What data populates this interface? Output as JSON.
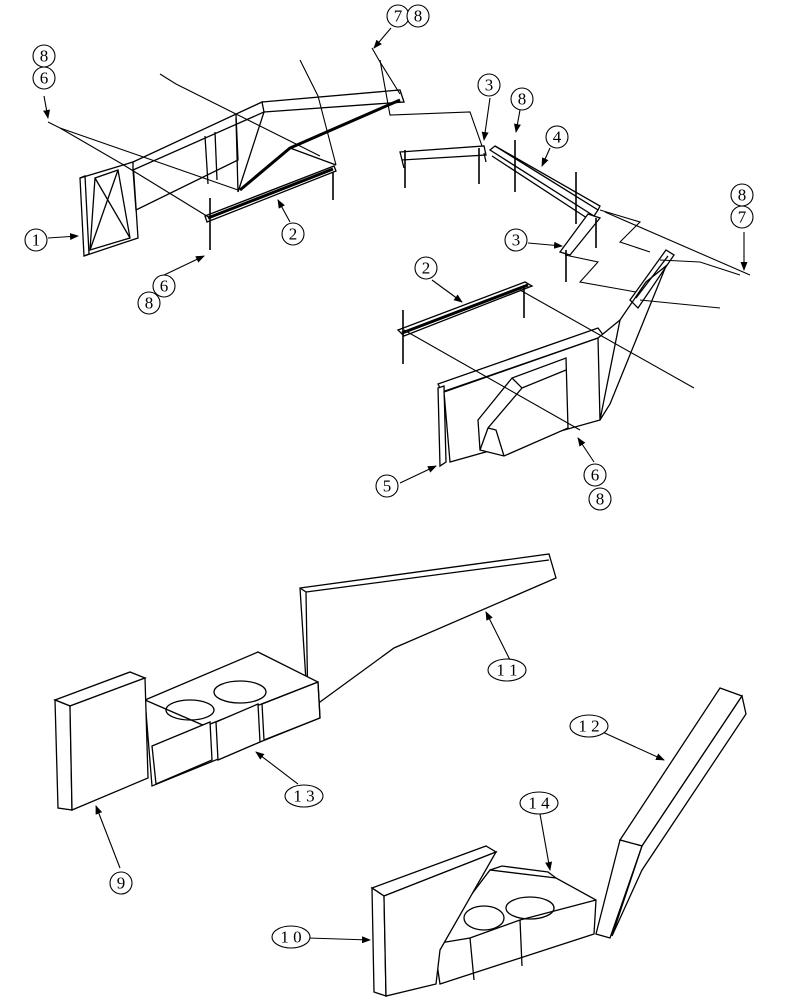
{
  "callouts": {
    "c1": "1",
    "c2a": "2",
    "c2b": "2",
    "c3a": "3",
    "c3b": "3",
    "c4": "4",
    "c5": "5",
    "c6a": "6",
    "c6b": "6",
    "c6c": "6",
    "c7a": "7",
    "c7b": "7",
    "c8a": "8",
    "c8b": "8",
    "c8c": "8",
    "c8d": "8",
    "c8e": "8",
    "c8f": "8",
    "c9": "9",
    "c10": "1 0",
    "c11": "1 1",
    "c12": "1 2",
    "c13": "1 3",
    "c14": "1 4"
  }
}
